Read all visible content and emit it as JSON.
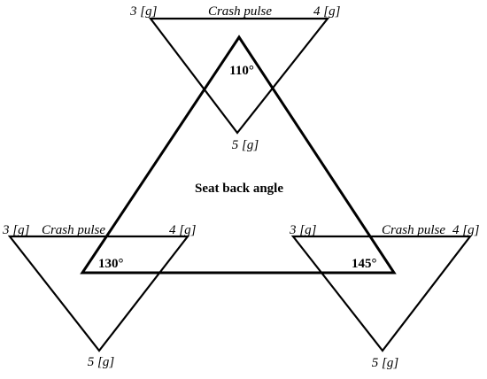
{
  "center": {
    "title": "Seat back angle",
    "angles": {
      "top": "110°",
      "left": "130°",
      "right": "145°"
    }
  },
  "pulses": {
    "top": {
      "title": "Crash pulse",
      "left_value": "3 [g]",
      "right_value": "4 [g]",
      "bottom_value": "5 [g]"
    },
    "left": {
      "title": "Crash pulse",
      "left_value": "3 [g]",
      "right_value": "4 [g]",
      "bottom_value": "5 [g]"
    },
    "right": {
      "title": "Crash pulse",
      "left_value": "3 [g]",
      "right_value": "4 [g]",
      "bottom_value": "5 [g]"
    }
  },
  "colors": {
    "stroke": "#000000",
    "background": "#ffffff"
  }
}
